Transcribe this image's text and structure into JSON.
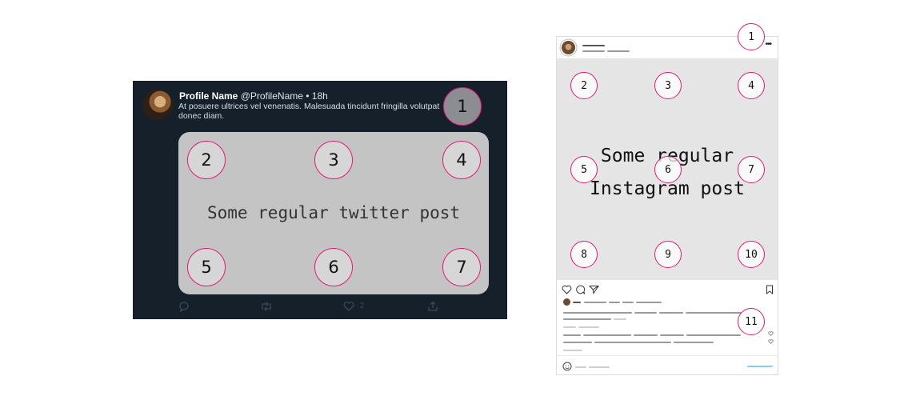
{
  "twitter": {
    "profile_name": "Profile Name",
    "handle_time": "@ProfileName • 18h",
    "text": "At posuere ultrices vel venenatis. Malesuada tincidunt fringilla volutpat donec diam.",
    "media_caption": "Some regular twitter post",
    "like_count": "2",
    "markers": [
      "1",
      "2",
      "3",
      "4",
      "5",
      "6",
      "7"
    ],
    "icons": [
      "reply-icon",
      "retweet-icon",
      "heart-icon",
      "share-icon"
    ]
  },
  "instagram": {
    "media_caption_line1": "Some regular",
    "media_caption_line2": "Instagram post",
    "markers": [
      "1",
      "2",
      "3",
      "4",
      "5",
      "6",
      "7",
      "8",
      "9",
      "10",
      "11"
    ],
    "icons": [
      "heart-icon",
      "comment-icon",
      "send-icon",
      "bookmark-icon",
      "more-dots-icon",
      "emoji-icon"
    ]
  },
  "colors": {
    "twitter_bg": "#15202b",
    "media_gray": "#c4c4c4",
    "marker_border": "#e0197a",
    "instagram_media": "#e5e5e5",
    "link_blue": "#87cdf0"
  }
}
